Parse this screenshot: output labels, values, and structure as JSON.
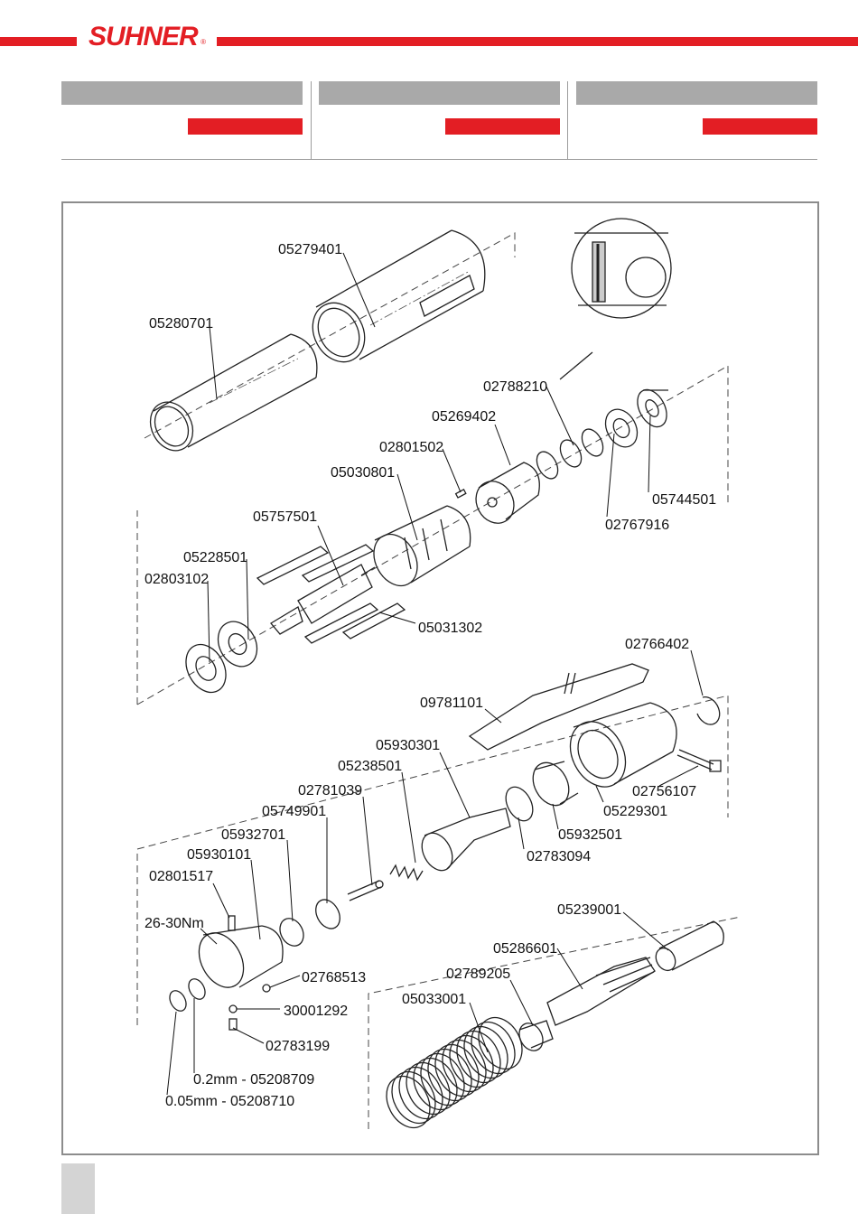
{
  "header": {
    "brand": "SUHNER",
    "registered_mark": "®",
    "brand_color": "#e31e24",
    "columns": [
      {
        "name": "column-1"
      },
      {
        "name": "column-2"
      },
      {
        "name": "column-3"
      }
    ]
  },
  "diagram": {
    "parts": [
      "05279401",
      "05280701",
      "02788210",
      "05269402",
      "02801502",
      "05030801",
      "05744501",
      "02767916",
      "05757501",
      "05228501",
      "02803102",
      "05031302",
      "02766402",
      "09781101",
      "05930301",
      "05238501",
      "02781039",
      "05749901",
      "02756107",
      "05229301",
      "05932501",
      "02783094",
      "05932701",
      "05930101",
      "02801517",
      "26-30Nm",
      "02768513",
      "30001292",
      "02783199",
      "05239001",
      "05286601",
      "02789205",
      "05033001",
      "0.2mm - 05208709",
      "0.05mm - 05208710"
    ]
  }
}
